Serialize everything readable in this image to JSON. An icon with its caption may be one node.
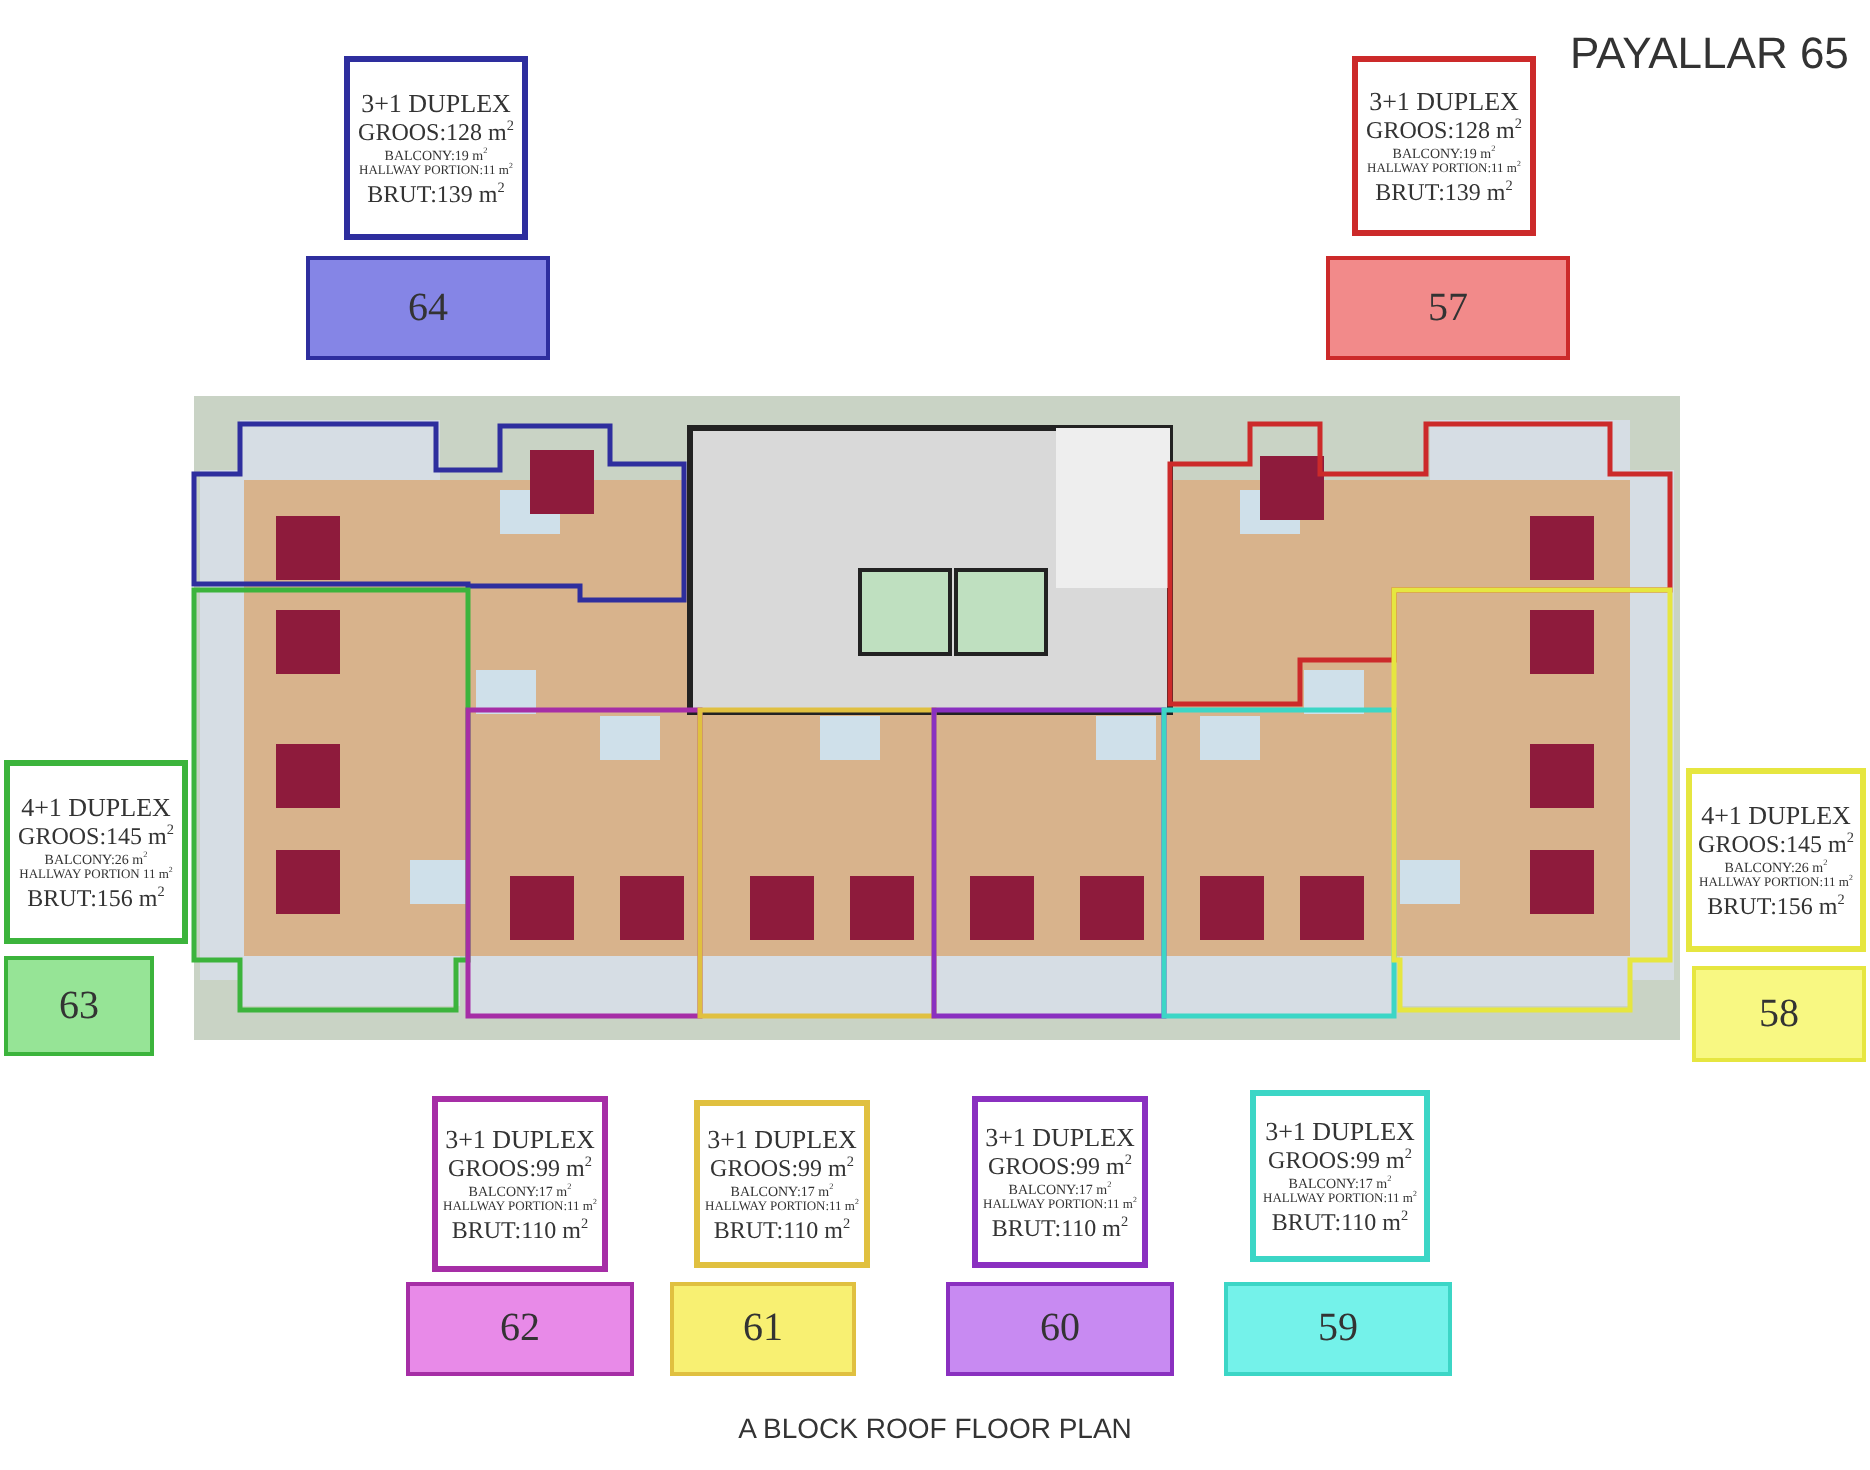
{
  "diagram": {
    "title": "PAYALLAR 65",
    "caption": "A BLOCK ROOF FLOOR PLAN",
    "nodes": [
      {
        "text": [
          "3+1 DUPLEX",
          "GROOS:128 m$^{2}$",
          "BALCONY:19 m$^{2}$",
          "HALLWAY PORTION:11 m$^{2}$",
          "BRUT:139 m$^{2}$"
        ]
      },
      {
        "text": [
          "64"
        ]
      },
      {
        "text": [
          "3+1 DUPLEX",
          "GROOS:128 m$^{2}$",
          "BALCONY:19 m$^{2}$",
          "HALLWAY PORTION:11 m$^{2}$",
          "BRUT:139 m$^{2}$"
        ]
      },
      {
        "text": [
          "57"
        ]
      },
      {
        "text": [
          "4+1 DUPLEX",
          "GROOS:145 m$^{2}$",
          "BALCONY:26 m$^{2}$",
          "HALLWAY PORTION 11 m$^{2}$",
          "BRUT:156 m$^{2}$"
        ]
      },
      {
        "text": [
          "63"
        ]
      },
      {
        "text": [
          "4+1 DUPLEX",
          "GROOS:145 m$^{2}$",
          "BALCONY:26 m$^{2}$",
          "HALLWAY PORTION:11 m$^{2}$",
          "BRUT:156 m$^{2}$"
        ]
      },
      {
        "text": [
          "58"
        ]
      },
      {
        "text": [
          "3+1 DUPLEX",
          "GROOS:99 m$^{2}$",
          "BALCONY:17 m$^{2}$",
          "HALLWAY PORTION:11 m$^{2}$",
          "BRUT:110 m$^{2}$"
        ]
      },
      {
        "text": [
          "62"
        ]
      },
      {
        "text": [
          "3+1 DUPLEX",
          "GROOS:99 m$^{2}$",
          "BALCONY:17 m$^{2}$",
          "HALLWAY PORTION:11 m$^{2}$",
          "BRUT:110 m$^{2}$"
        ]
      },
      {
        "text": [
          "61"
        ]
      },
      {
        "text": [
          "3+1 DUPLEX",
          "GROOS:99 m$^{2}$",
          "BALCONY:17 m$^{2}$",
          "HALLWAY PORTION:11 m$^{2}$",
          "BRUT:110 m$^{2}$"
        ]
      },
      {
        "text": [
          "60"
        ]
      },
      {
        "text": [
          "3+1 DUPLEX",
          "GROOS:99 m$^{2}$",
          "BALCONY:17 m$^{2}$",
          "HALLWAY PORTION:11 m$^{2}$",
          "BRUT:110 m$^{2}$"
        ]
      },
      {
        "text": [
          "59"
        ]
      }
    ]
  }
}
